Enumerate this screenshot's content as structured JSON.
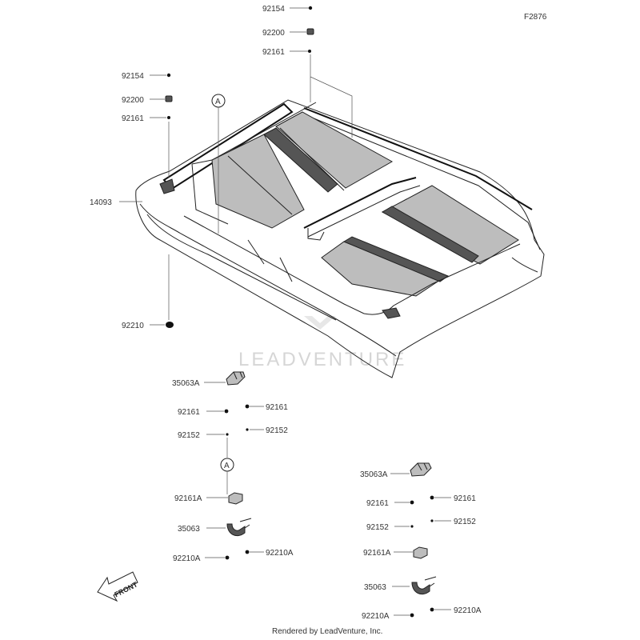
{
  "figure_id": "F2876",
  "watermark": "LEADVENTURE",
  "footer": "Rendered by LeadVenture, Inc.",
  "front_marker": "FRONT",
  "reference_letter": "A",
  "part_labels": {
    "top_92154": "92154",
    "top_92200": "92200",
    "top_92161": "92161",
    "left_92154": "92154",
    "left_92200": "92200",
    "left_92161": "92161",
    "roof_14093": "14093",
    "left_92210": "92210",
    "l_35063A": "35063A",
    "l_92161_right": "92161",
    "l_92161_left": "92161",
    "l_92152_left": "92152",
    "l_92152_right": "92152",
    "l_92161A": "92161A",
    "l_35063": "35063",
    "l_92210A_left": "92210A",
    "l_92210A_right": "92210A",
    "r_35063A": "35063A",
    "r_92161_right": "92161",
    "r_92161_left": "92161",
    "r_92152_left": "92152",
    "r_92152_right": "92152",
    "r_92161A": "92161A",
    "r_35063": "35063",
    "r_92210A_left": "92210A",
    "r_92210A_right": "92210A"
  }
}
